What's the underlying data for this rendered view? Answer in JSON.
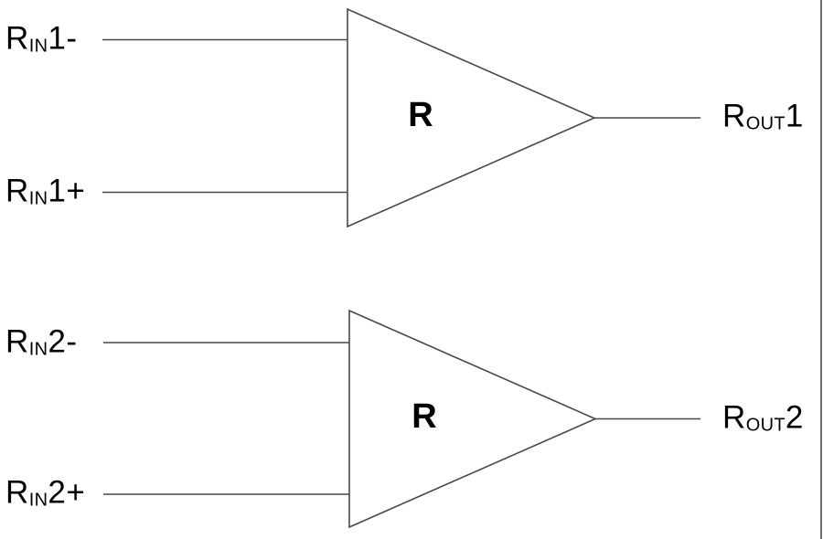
{
  "colors": {
    "line_color": "#48484a",
    "text_color": "#000000",
    "background_color": "#ffffff"
  },
  "receivers": [
    {
      "gate_label": "R",
      "inputs": [
        {
          "prefix": "R",
          "sub": "IN",
          "suffix": "1-"
        },
        {
          "prefix": "R",
          "sub": "IN",
          "suffix": "1+"
        }
      ],
      "output": {
        "prefix": "R",
        "sub": "OUT",
        "suffix": "1"
      }
    },
    {
      "gate_label": "R",
      "inputs": [
        {
          "prefix": "R",
          "sub": "IN",
          "suffix": "2-"
        },
        {
          "prefix": "R",
          "sub": "IN",
          "suffix": "2+"
        }
      ],
      "output": {
        "prefix": "R",
        "sub": "OUT",
        "suffix": "2"
      }
    }
  ]
}
